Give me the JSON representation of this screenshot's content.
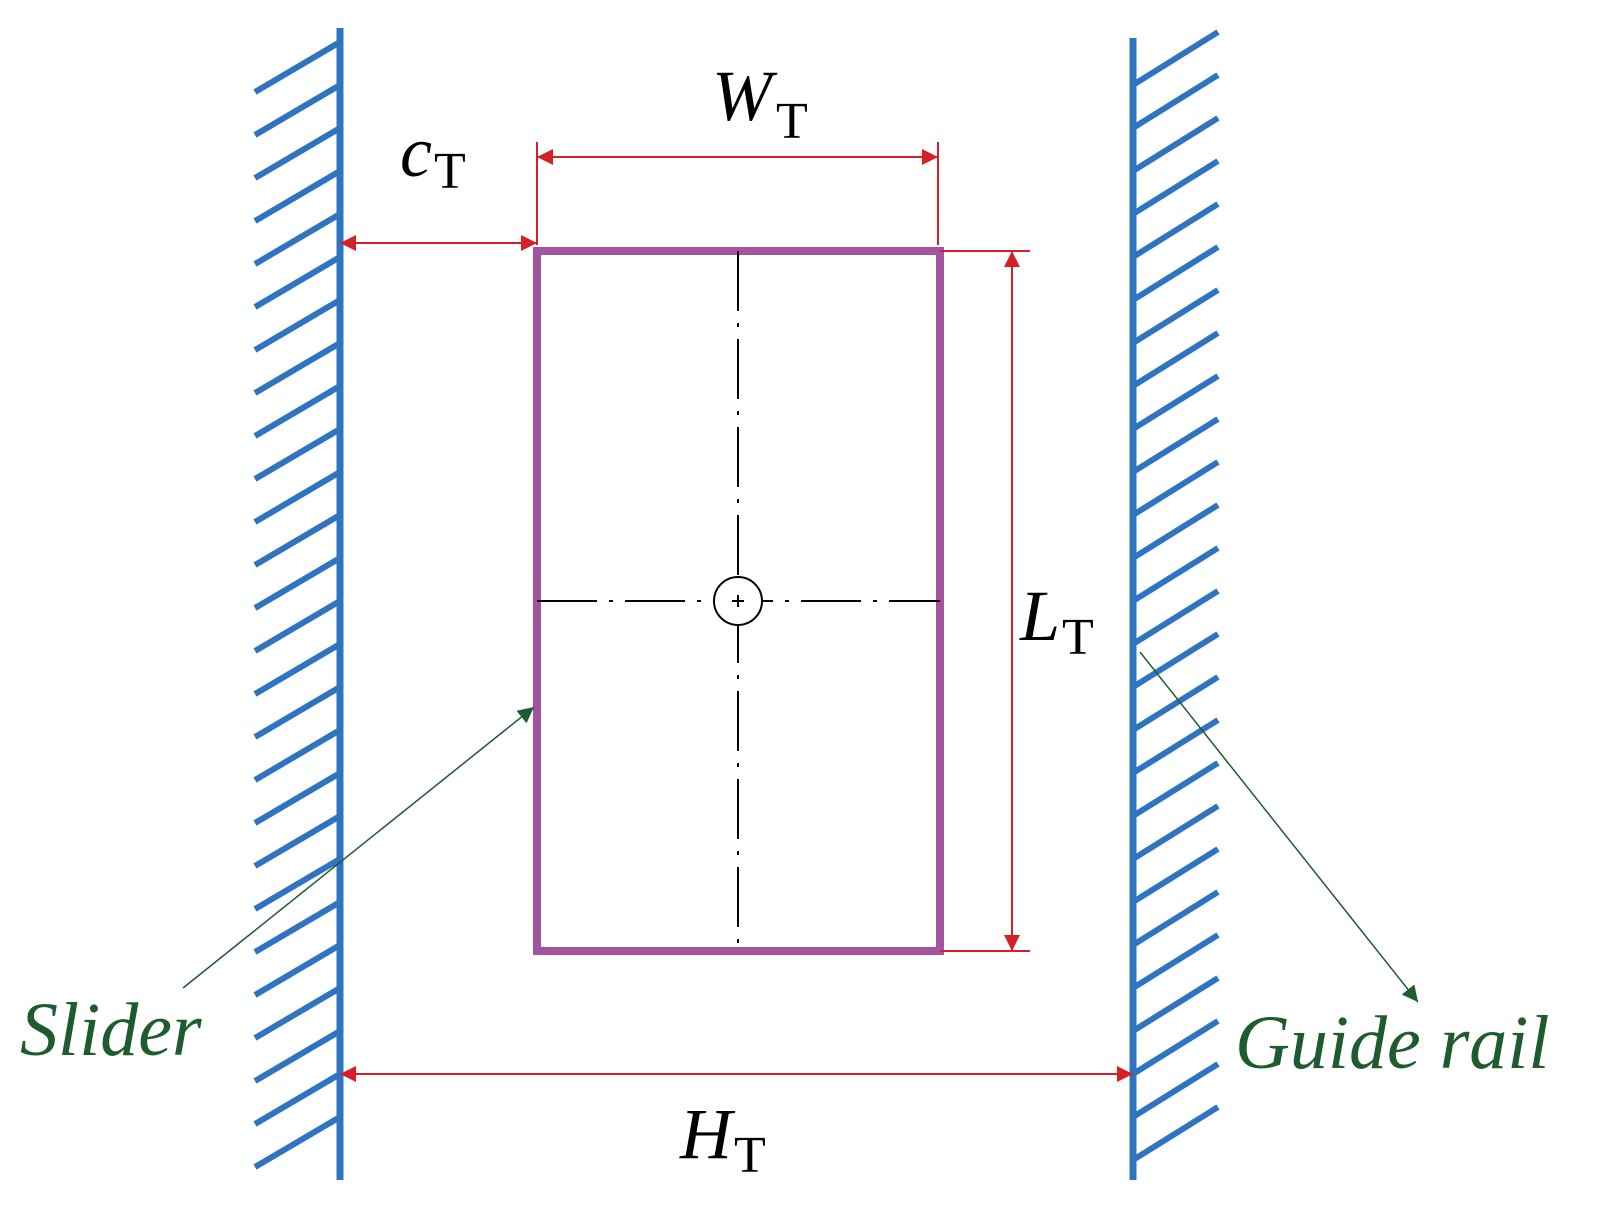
{
  "diagram": {
    "labels": {
      "width": {
        "symbol": "W",
        "subscript": "T"
      },
      "clearance": {
        "symbol": "c",
        "subscript": "T"
      },
      "length": {
        "symbol": "L",
        "subscript": "T"
      },
      "rail_spacing": {
        "symbol": "H",
        "subscript": "T"
      },
      "slider": "Slider",
      "guide_rail": "Guide rail"
    },
    "colors": {
      "rail": "#2f74c0",
      "slider": "#a5529f",
      "dimension": "#d62028",
      "callout": "#1e5b2e",
      "centerline": "#000000"
    }
  }
}
